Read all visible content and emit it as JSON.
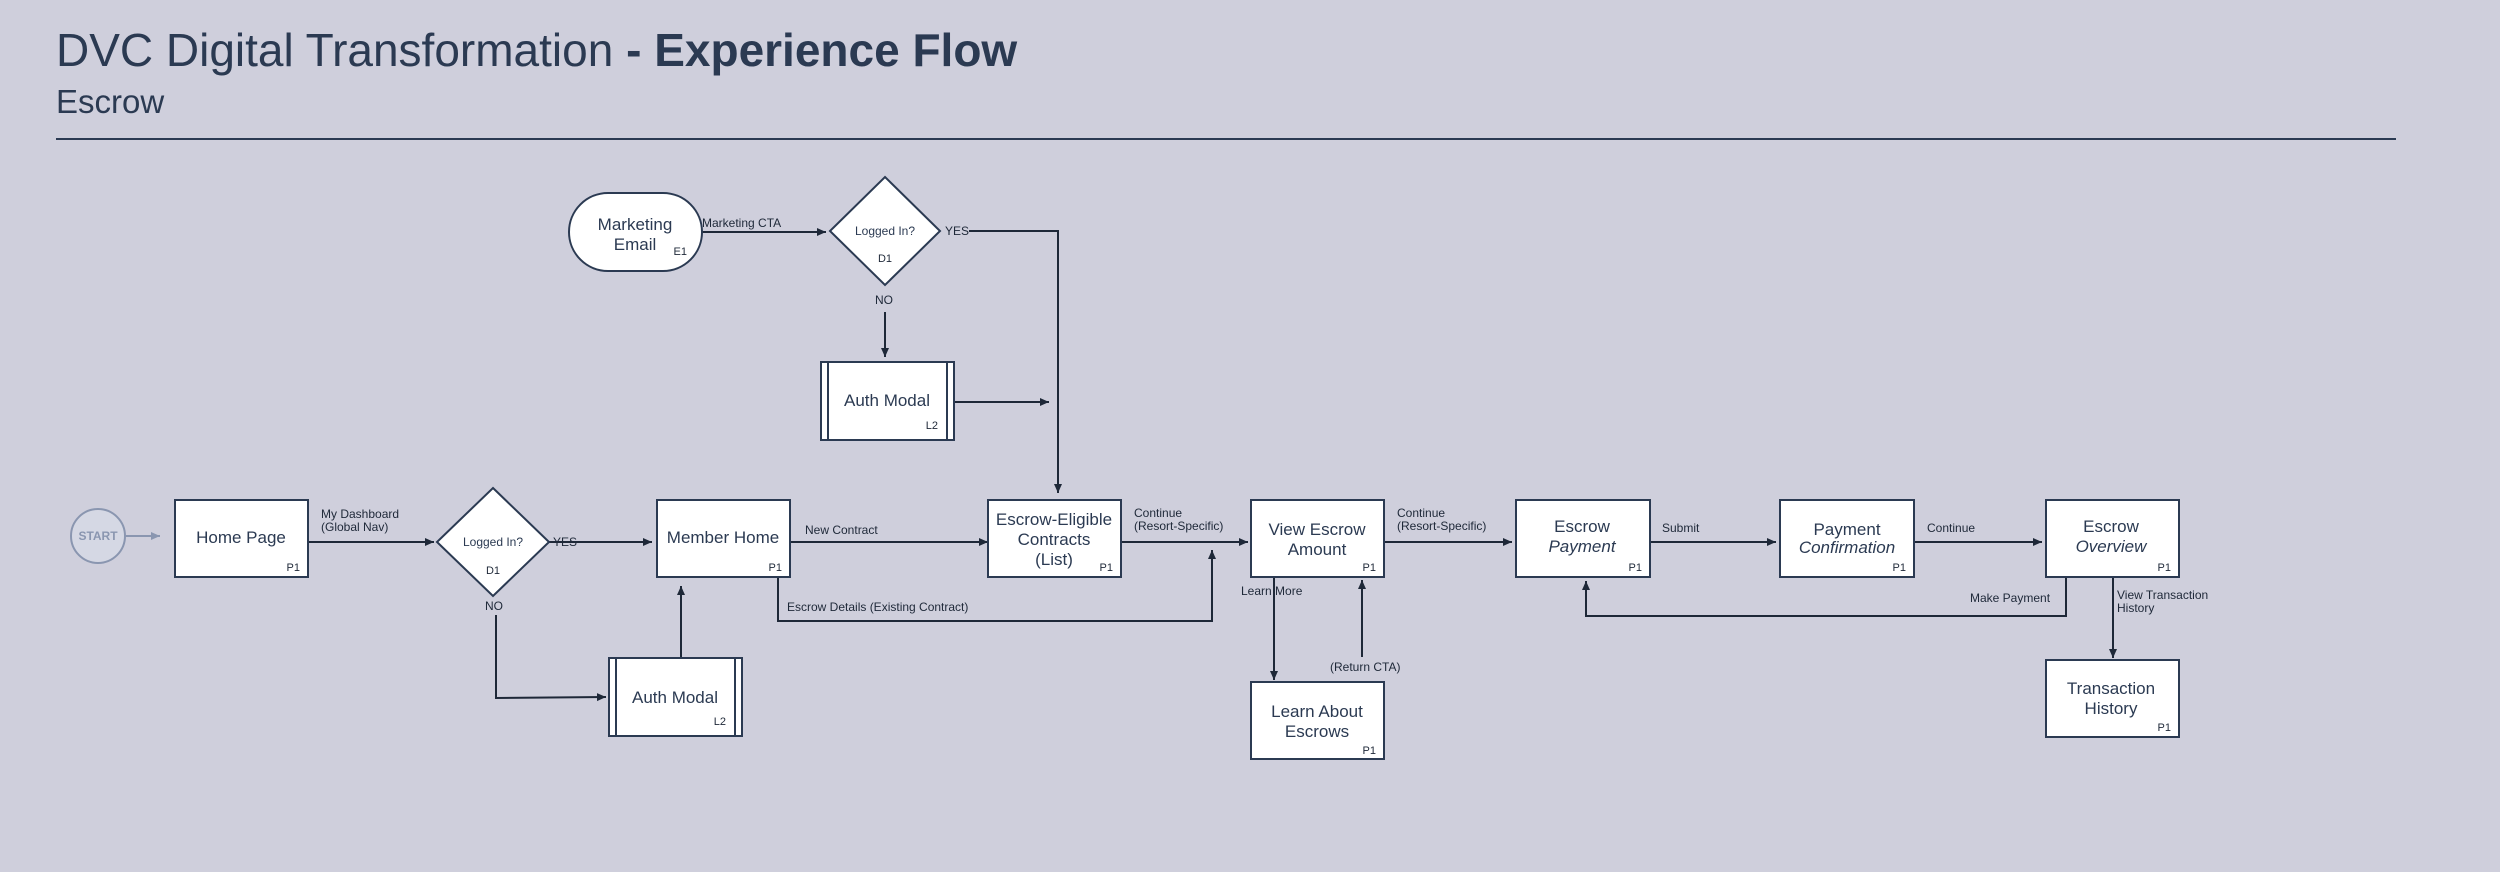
{
  "header": {
    "title_main": "DVC Digital Transformation",
    "title_sep": " - ",
    "title_strong": "Experience Flow",
    "subtitle": "Escrow"
  },
  "nodes": {
    "start": {
      "label": "START"
    },
    "marketing_email": {
      "line1": "Marketing",
      "line2": "Email",
      "code": "E1"
    },
    "logged_in_top": {
      "label": "Logged In?",
      "code": "D1"
    },
    "auth_modal_top": {
      "label": "Auth Modal",
      "code": "L2"
    },
    "home_page": {
      "label": "Home Page",
      "code": "P1"
    },
    "logged_in_main": {
      "label": "Logged In?",
      "code": "D1"
    },
    "auth_modal_bottom": {
      "label": "Auth Modal",
      "code": "L2"
    },
    "member_home": {
      "label": "Member Home",
      "code": "P1"
    },
    "escrow_contracts": {
      "line1": "Escrow-Eligible",
      "line2": "Contracts",
      "line3": "(List)",
      "code": "P1"
    },
    "view_escrow": {
      "line1": "View Escrow",
      "line2": "Amount",
      "code": "P1"
    },
    "learn_escrows": {
      "line1": "Learn About",
      "line2": "Escrows",
      "code": "P1"
    },
    "escrow_payment": {
      "line1": "Escrow",
      "line2": "Payment",
      "code": "P1"
    },
    "payment_confirmation": {
      "line1": "Payment",
      "line2": "Confirmation",
      "code": "P1"
    },
    "escrow_overview": {
      "line1": "Escrow",
      "line2": "Overview",
      "code": "P1"
    },
    "transaction_history": {
      "line1": "Transaction",
      "line2": "History",
      "code": "P1"
    }
  },
  "edges": {
    "marketing_cta": "Marketing CTA",
    "yes_top": "YES",
    "no_top": "NO",
    "my_dashboard_1": "My Dashboard",
    "my_dashboard_2": "(Global Nav)",
    "yes_main": "YES",
    "no_main": "NO",
    "new_contract": "New Contract",
    "escrow_details": "Escrow Details (Existing Contract)",
    "continue_a1": "Continue",
    "continue_a2": "(Resort-Specific)",
    "learn_more": "Learn More",
    "return_cta": "(Return CTA)",
    "continue_b1": "Continue",
    "continue_b2": "(Resort-Specific)",
    "submit": "Submit",
    "continue_c": "Continue",
    "make_payment": "Make Payment",
    "view_history_1": "View Transaction",
    "view_history_2": "History"
  },
  "colors": {
    "background": "#cfcfdc",
    "ink": "#2b3a52",
    "start_stroke": "#8a96b0"
  }
}
